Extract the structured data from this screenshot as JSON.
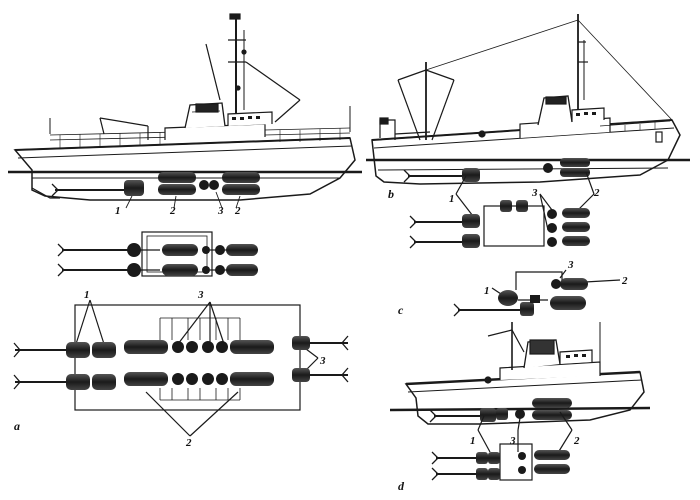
{
  "labels": {
    "shaft_line": "1",
    "engine": "2",
    "coupling": "3"
  },
  "panels": {
    "a": "a",
    "b": "b",
    "c": "c",
    "d": "d"
  },
  "colors": {
    "ink": "#1a1a1a",
    "engine_fill": "#2b2b2b",
    "paper": "#ffffff"
  }
}
